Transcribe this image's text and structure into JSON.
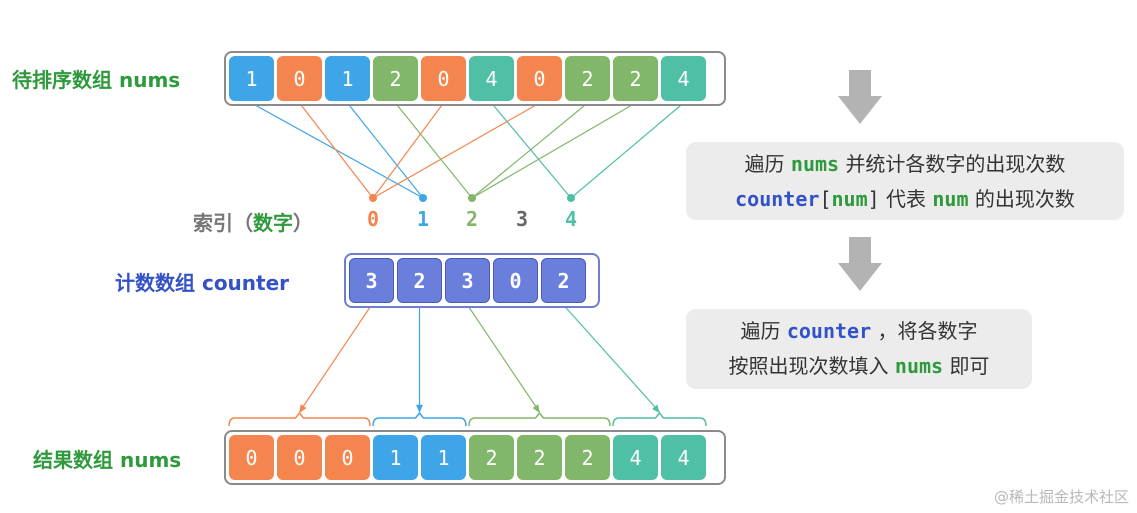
{
  "labels": {
    "input": "待排序数组 nums",
    "index": "索引（数字）",
    "counter": "计数数组 counter",
    "result": "结果数组 nums"
  },
  "input_array": [
    1,
    0,
    1,
    2,
    0,
    4,
    0,
    2,
    2,
    4
  ],
  "index_values": [
    0,
    1,
    2,
    3,
    4
  ],
  "counter_array": [
    3,
    2,
    3,
    0,
    2
  ],
  "result_array": [
    0,
    0,
    0,
    1,
    1,
    2,
    2,
    2,
    4,
    4
  ],
  "colors": {
    "0": "#f4854f",
    "1": "#3da5e8",
    "2": "#82b66a",
    "4": "#4fbfa6",
    "index_3": "#666666",
    "counter": "#6a7fdc",
    "input_label": "#2e9a3c",
    "counter_label": "#3452c8",
    "result_label": "#2e9a3c",
    "index_label_gray": "#777777",
    "index_label_green": "#2e9a3c"
  },
  "notes": {
    "step1_line1_a": "遍历",
    "step1_line1_code": "nums",
    "step1_line1_b": "并统计各数字的出现次数",
    "step1_line2_code1": "counter",
    "step1_line2_bracket_open": "[",
    "step1_line2_code2": "num",
    "step1_line2_bracket_close": "]",
    "step1_line2_b": "代表",
    "step1_line2_code3": "num",
    "step1_line2_c": "的出现次数",
    "step2_line1_a": "遍历",
    "step2_line1_code": "counter",
    "step2_line1_b": "，将各数字",
    "step2_line2_a": "按照出现次数填入",
    "step2_line2_code": "nums",
    "step2_line2_b": "即可"
  },
  "watermark": "@稀土掘金技术社区"
}
